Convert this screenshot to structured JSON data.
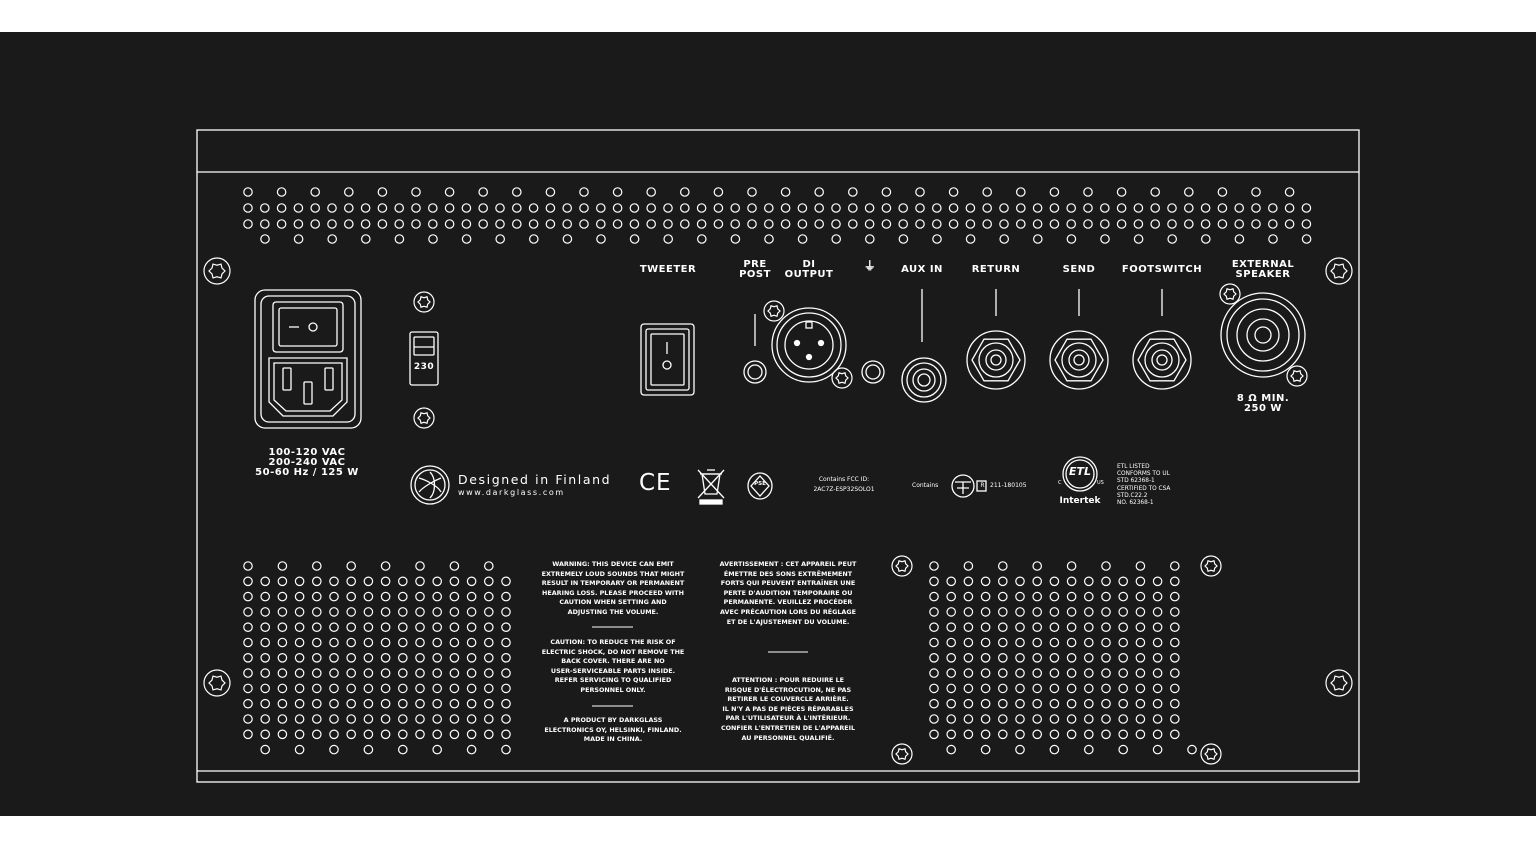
{
  "panel": {
    "labels": {
      "tweeter": "TWEETER",
      "pre": "PRE",
      "post": "POST",
      "di": "DI",
      "output": "OUTPUT",
      "ground_symbol": "⏚",
      "aux_in": "AUX IN",
      "return": "RETURN",
      "send": "SEND",
      "footswitch": "FOOTSWITCH",
      "external": "EXTERNAL",
      "speaker": "SPEAKER",
      "impedance_1": "8 Ω MIN.",
      "impedance_2": "250 W"
    },
    "power": {
      "line1": "100-120 VAC",
      "line2": "200-240 VAC",
      "line3": "50-60 Hz / 125 W",
      "voltage_switch": "230"
    },
    "brand": {
      "tagline": "Designed in Finland",
      "url": "www.darkglass.com"
    },
    "compliance": {
      "ce": "CE",
      "pse": "PSE",
      "fcc_1": "Contains FCC ID:",
      "fcc_2": "2AC7Z-ESP32SOLO1",
      "contains": "Contains",
      "r_mark": "R",
      "telec_id": "211-180105",
      "etl": "ETL",
      "c": "C",
      "us": "US",
      "intertek": "Intertek",
      "etl_text": [
        "ETL LISTED",
        "CONFORMS TO UL",
        "STD 62368-1",
        "CERTIFIED TO CSA",
        "STD.C22.2",
        "NO. 62368-1"
      ]
    },
    "warnings_en": {
      "warning_lines": [
        "WARNING: THIS DEVICE CAN EMIT",
        "EXTREMELY LOUD SOUNDS THAT MIGHT",
        "RESULT IN TEMPORARY OR PERMANENT",
        "HEARING LOSS. PLEASE PROCEED WITH",
        "CAUTION WHEN SETTING AND",
        "ADJUSTING THE VOLUME."
      ],
      "caution_lines": [
        "CAUTION: TO REDUCE THE RISK OF",
        "ELECTRIC SHOCK, DO NOT REMOVE THE",
        "BACK COVER. THERE ARE NO",
        "USER-SERVICEABLE PARTS INSIDE.",
        "REFER SERVICING TO QUALIFIED",
        "PERSONNEL ONLY."
      ],
      "product_lines": [
        "A PRODUCT BY DARKGLASS",
        "ELECTRONICS OY, HELSINKI, FINLAND.",
        "MADE IN CHINA."
      ]
    },
    "warnings_fr": {
      "avert_lines": [
        "AVERTISSEMENT : CET APPAREIL PEUT",
        "ÉMETTRE DES SONS EXTRÊMEMENT",
        "FORTS QUI PEUVENT ENTRAÎNER UNE",
        "PERTE D'AUDITION TEMPORAIRE OU",
        "PERMANENTE. VEUILLEZ PROCÉDER",
        "AVEC PRÉCAUTION LORS DU RÉGLAGE",
        "ET DE L'AJUSTEMENT DU VOLUME."
      ],
      "attention_lines": [
        "ATTENTION : POUR REDUIRE LE",
        "RISQUE D'ÉLECTROCUTION, NE PAS",
        "RETIRER LE COUVERCLE ARRIÈRE.",
        "IL N'Y A PAS DE PIÈCES RÉPARABLES",
        "PAR L'UTILISATEUR À L'INTÉRIEUR.",
        "CONFIER L'ENTRETIEN DE L'APPAREIL",
        "AU PERSONNEL QUALIFIÉ."
      ]
    },
    "colors": {
      "background": "#1a1a1a",
      "line": "#ffffff",
      "page": "#ffffff"
    }
  }
}
